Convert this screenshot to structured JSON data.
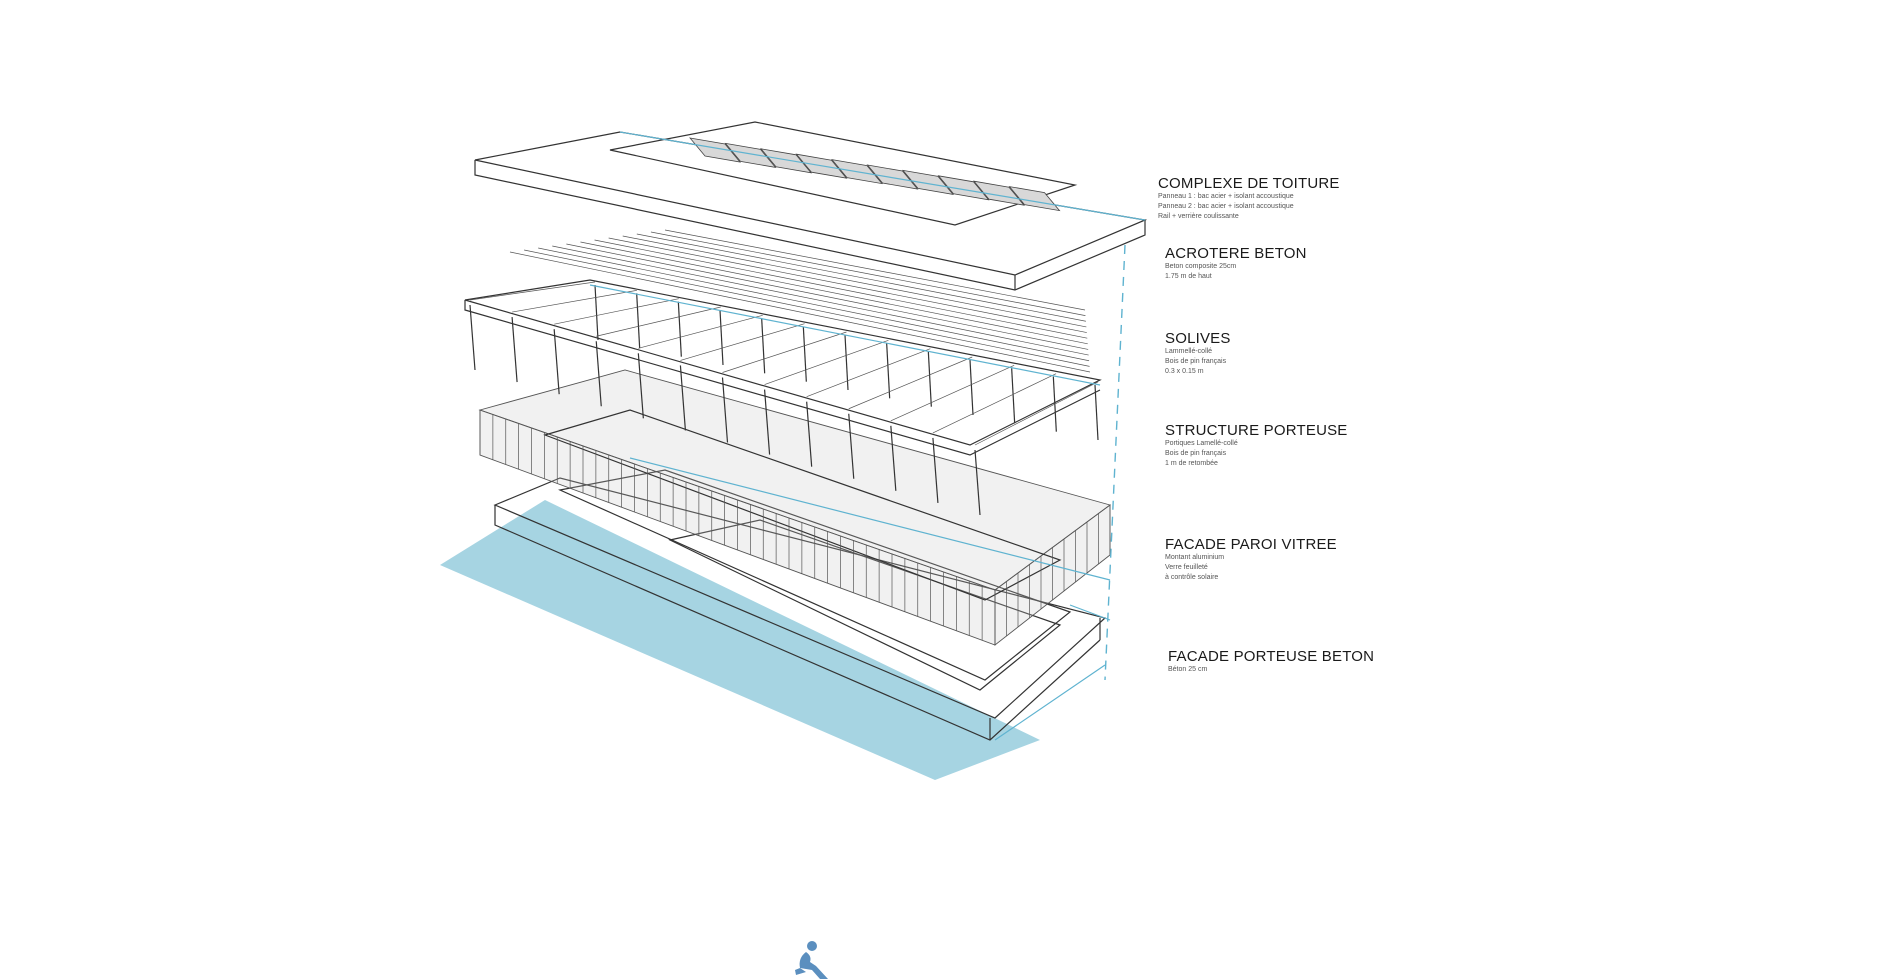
{
  "colors": {
    "line": "#333333",
    "accent_blue": "#a6d4e2",
    "accent_blue_line": "#5fb3d0",
    "figure_blue": "#5b8fbf"
  },
  "layers": [
    {
      "title": "COMPLEXE DE TOITURE",
      "lines": [
        "Panneau 1 : bac acier + isolant accoustique",
        "Panneau 2 : bac acier + isolant accoustique",
        "Rail + verrière coulissante"
      ]
    },
    {
      "title": "ACROTERE BETON",
      "lines": [
        "Beton composite 25cm",
        "1.75 m de haut"
      ]
    },
    {
      "title": "SOLIVES",
      "lines": [
        "Lammellé-collé",
        "Bois de pin français",
        "0.3 x 0.15 m"
      ]
    },
    {
      "title": "STRUCTURE PORTEUSE",
      "lines": [
        "Portiques Lamellé-collé",
        "Bois de pin français",
        "1 m de retombée"
      ]
    },
    {
      "title": "FACADE PAROI VITREE",
      "lines": [
        "Montant aluminium",
        "Verre feuilleté",
        "à contrôle solaire"
      ]
    },
    {
      "title": "FACADE PORTEUSE BETON",
      "lines": [
        "Béton 25 cm"
      ]
    }
  ]
}
